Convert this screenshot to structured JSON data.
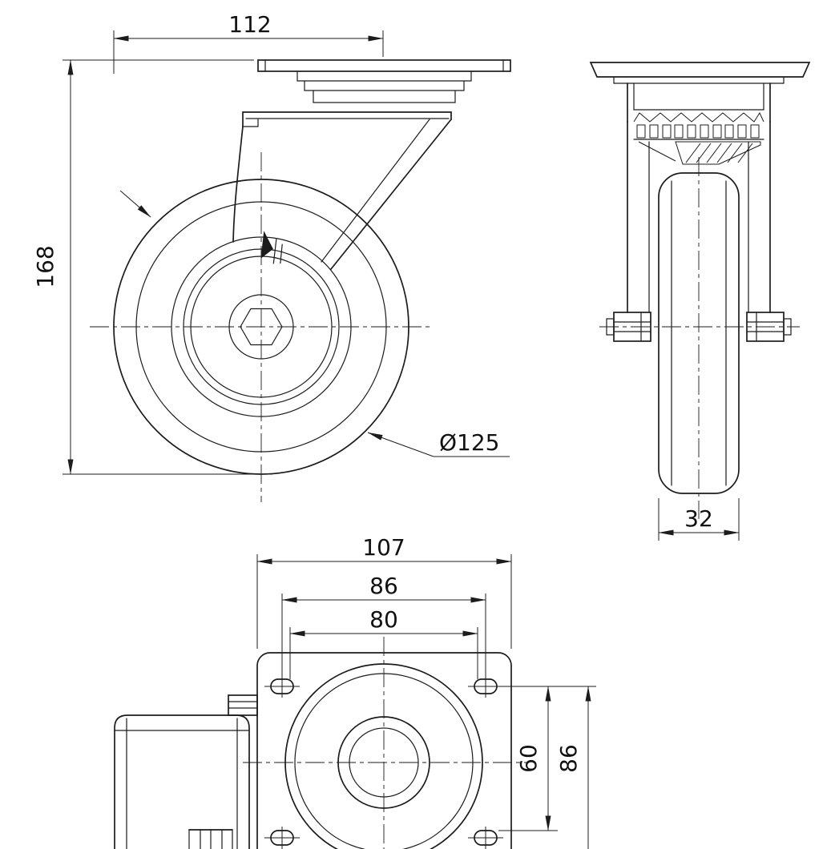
{
  "drawing": {
    "background": "#ffffff",
    "line_color": "#1c1c1c",
    "views": {
      "side": {
        "dims": {
          "offset_length": "112",
          "overall_height": "168",
          "wheel_diameter": "Ø125"
        }
      },
      "front": {
        "dims": {
          "wheel_width": "32"
        }
      },
      "plan": {
        "dims": {
          "plate_length": "107",
          "bolt_pitch_h_outer": "86",
          "bolt_pitch_h_inner": "80",
          "bolt_pitch_v_inner": "60",
          "bolt_pitch_v_outer": "86"
        }
      }
    }
  }
}
